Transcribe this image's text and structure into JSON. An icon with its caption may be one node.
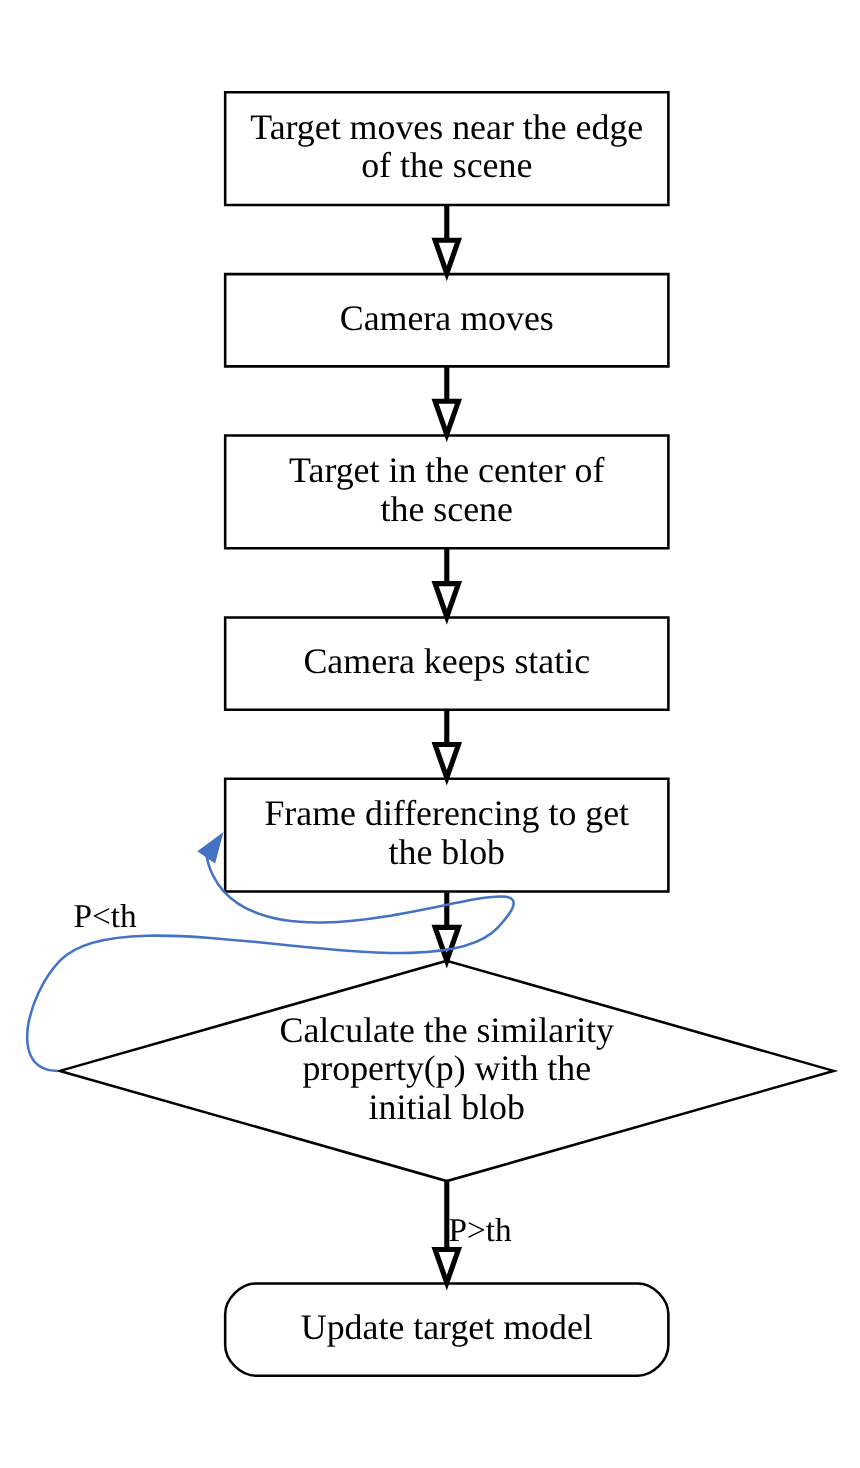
{
  "diagram": {
    "nodes": [
      {
        "text": [
          "Target moves near the edge of the scene"
        ]
      },
      {
        "text": [
          "Camera moves"
        ]
      },
      {
        "text": [
          "Target in the center of the scene"
        ]
      },
      {
        "text": [
          "Camera keeps static"
        ]
      },
      {
        "text": [
          "Frame differencing to get the blob"
        ]
      },
      {
        "text": [
          "Calculate the similarity property(p) with the initial blob"
        ]
      },
      {
        "text": [
          "Update target model"
        ]
      }
    ],
    "edges": [
      {
        "from": 0,
        "to": 1,
        "arrow": "to"
      },
      {
        "from": 1,
        "to": 2,
        "arrow": "to"
      },
      {
        "from": 2,
        "to": 3,
        "arrow": "to"
      },
      {
        "from": 3,
        "to": 4,
        "arrow": "to"
      },
      {
        "from": 4,
        "to": 5,
        "arrow": "to"
      },
      {
        "from": 5,
        "to": 4,
        "arrow": "to",
        "label": "P<th",
        "color": "#4472c4"
      },
      {
        "from": 5,
        "to": 6,
        "arrow": "to",
        "label": "P>th"
      }
    ]
  }
}
